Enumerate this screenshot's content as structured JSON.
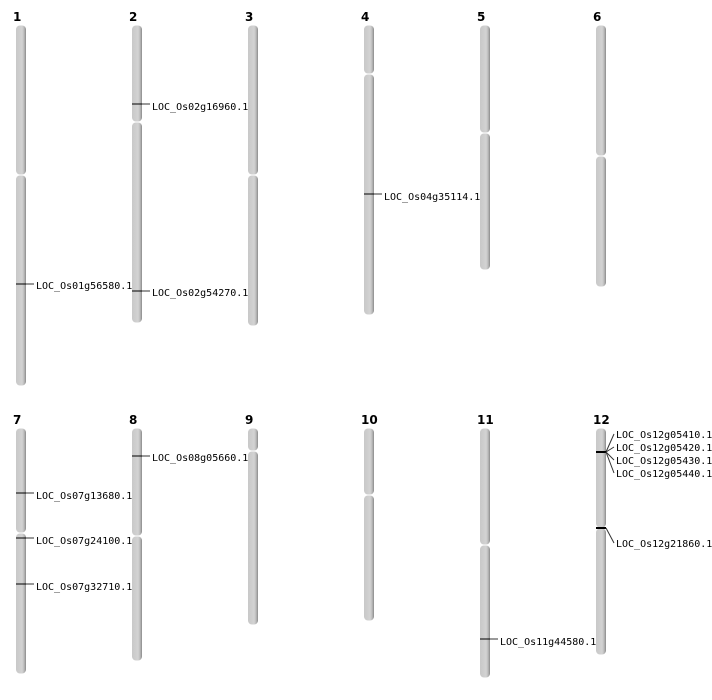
{
  "chromosomes": [
    {
      "name": "1",
      "genes": [
        "LOC_Os01g56580.1"
      ]
    },
    {
      "name": "2",
      "genes": [
        "LOC_Os02g16960.1",
        "LOC_Os02g54270.1"
      ]
    },
    {
      "name": "3",
      "genes": []
    },
    {
      "name": "4",
      "genes": [
        "LOC_Os04g35114.1"
      ]
    },
    {
      "name": "5",
      "genes": []
    },
    {
      "name": "6",
      "genes": []
    },
    {
      "name": "7",
      "genes": [
        "LOC_Os07g13680.1",
        "LOC_Os07g24100.1",
        "LOC_Os07g32710.1"
      ]
    },
    {
      "name": "8",
      "genes": [
        "LOC_Os08g05660.1"
      ]
    },
    {
      "name": "9",
      "genes": []
    },
    {
      "name": "10",
      "genes": []
    },
    {
      "name": "11",
      "genes": [
        "LOC_Os11g44580.1"
      ]
    },
    {
      "name": "12",
      "genes": [
        "LOC_Os12g05410.1",
        "LOC_Os12g05420.1",
        "LOC_Os12g05430.1",
        "LOC_Os12g05440.1",
        "LOC_Os12g21860.1"
      ]
    }
  ],
  "colors": {
    "chromosome_fill": "#d3d3d3",
    "chromosome_shade": "#8a8a8a",
    "marker": "#000000"
  }
}
